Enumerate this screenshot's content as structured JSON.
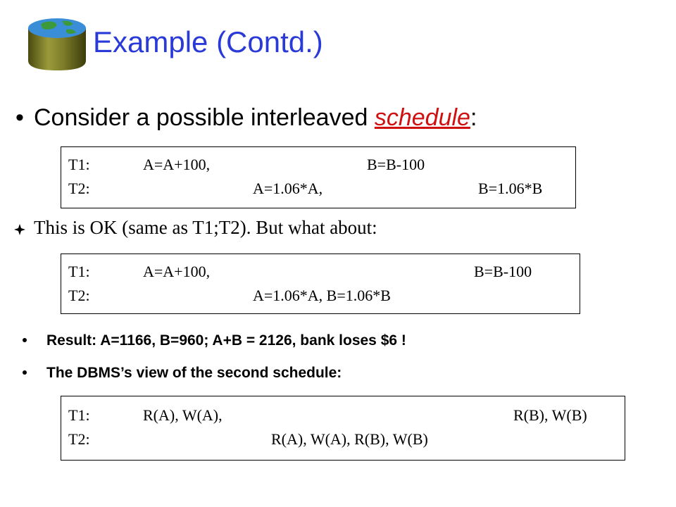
{
  "slide": {
    "title": "Example (Contd.)",
    "bullet1": {
      "prefix": "Consider a possible interleaved ",
      "emphasis": "schedule",
      "suffix": ":"
    },
    "box1": {
      "t1_label": "T1:",
      "t1_a": "A=A+100,",
      "t1_b": "B=B-100",
      "t2_label": "T2:",
      "t2_a": "A=1.06*A,",
      "t2_b": "B=1.06*B"
    },
    "note": "This is OK (same as T1;T2).  But what about:",
    "box2": {
      "t1_label": "T1:",
      "t1_a": "A=A+100,",
      "t1_b": "B=B-100",
      "t2_label": "T2:",
      "t2_a": "A=1.06*A, B=1.06*B"
    },
    "result": "Result: A=1166, B=960; A+B = 2126, bank loses $6 !",
    "dbms_view": "The DBMS’s view of the second schedule:",
    "box3": {
      "t1_label": "T1:",
      "t1_a": "R(A), W(A),",
      "t1_b": "R(B), W(B)",
      "t2_label": "T2:",
      "t2_a": "R(A), W(A), R(B), W(B)"
    }
  },
  "colors": {
    "title": "#2a3ad8",
    "emphasis": "#d01010"
  },
  "icons": {
    "logo": "database-cylinder-icon",
    "note_bullet": "diamond-icon"
  }
}
